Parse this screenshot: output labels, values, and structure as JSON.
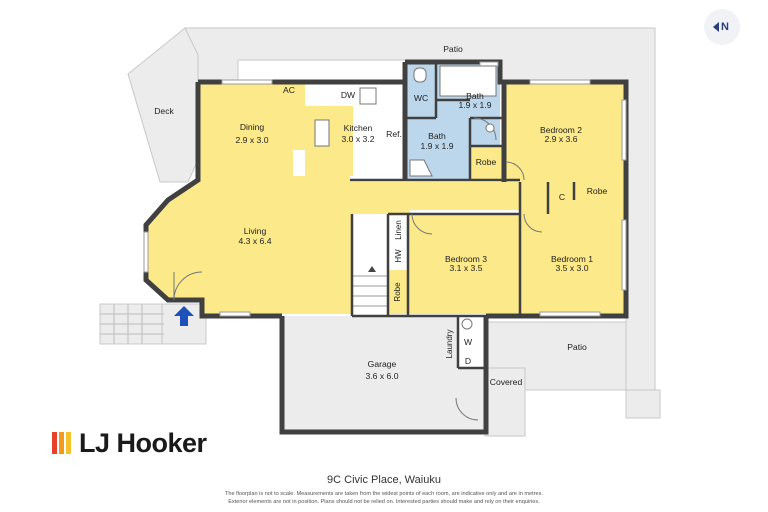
{
  "rooms": {
    "patio_top": "Patio",
    "deck": "Deck",
    "dining": "Dining",
    "dining_size": "2.9 x 3.0",
    "ac": "AC",
    "dw": "DW",
    "kitchen": "Kitchen",
    "kitchen_size": "3.0 x 3.2",
    "ref": "Ref.",
    "wc": "WC",
    "bath_top": "Bath",
    "bath_top_size": "1.9 x 1.9",
    "bath_mid": "Bath",
    "bath_mid_size": "1.9 x 1.9",
    "robe_center": "Robe",
    "bedroom2": "Bedroom 2",
    "bedroom2_size": "2.9 x 3.6",
    "c": "C",
    "robe_right": "Robe",
    "living": "Living",
    "living_size": "4.3 x 6.4",
    "hw": "HW",
    "linen": "Linen",
    "bedroom3": "Bedroom 3",
    "bedroom3_size": "3.1 x 3.5",
    "bedroom1": "Bedroom 1",
    "bedroom1_size": "3.5 x 3.0",
    "robe_small": "Robe",
    "laundry": "Laundry",
    "w": "W",
    "d": "D",
    "patio_right": "Patio",
    "garage": "Garage",
    "garage_size": "3.6 x 6.0",
    "covered": "Covered"
  },
  "compass": {
    "label": "N"
  },
  "brand": {
    "name": "LJ Hooker",
    "bar_colors": [
      "#e8412a",
      "#f39a1e",
      "#f6c22c"
    ]
  },
  "address": "9C Civic Place, Waiuku",
  "disclaimer": {
    "line1": "The floorplan is not to scale. Measurements are taken from the widest points of each room, are indicative only and are in metres.",
    "line2": "Exterior elements are not in position. Plans should not be relied on. Interested parties should make and rely on their enquiries."
  },
  "colors": {
    "living_area": "#fbe98a",
    "wet_area": "#bcd7ec",
    "outdoor": "#ececec",
    "wall": "#404040"
  }
}
